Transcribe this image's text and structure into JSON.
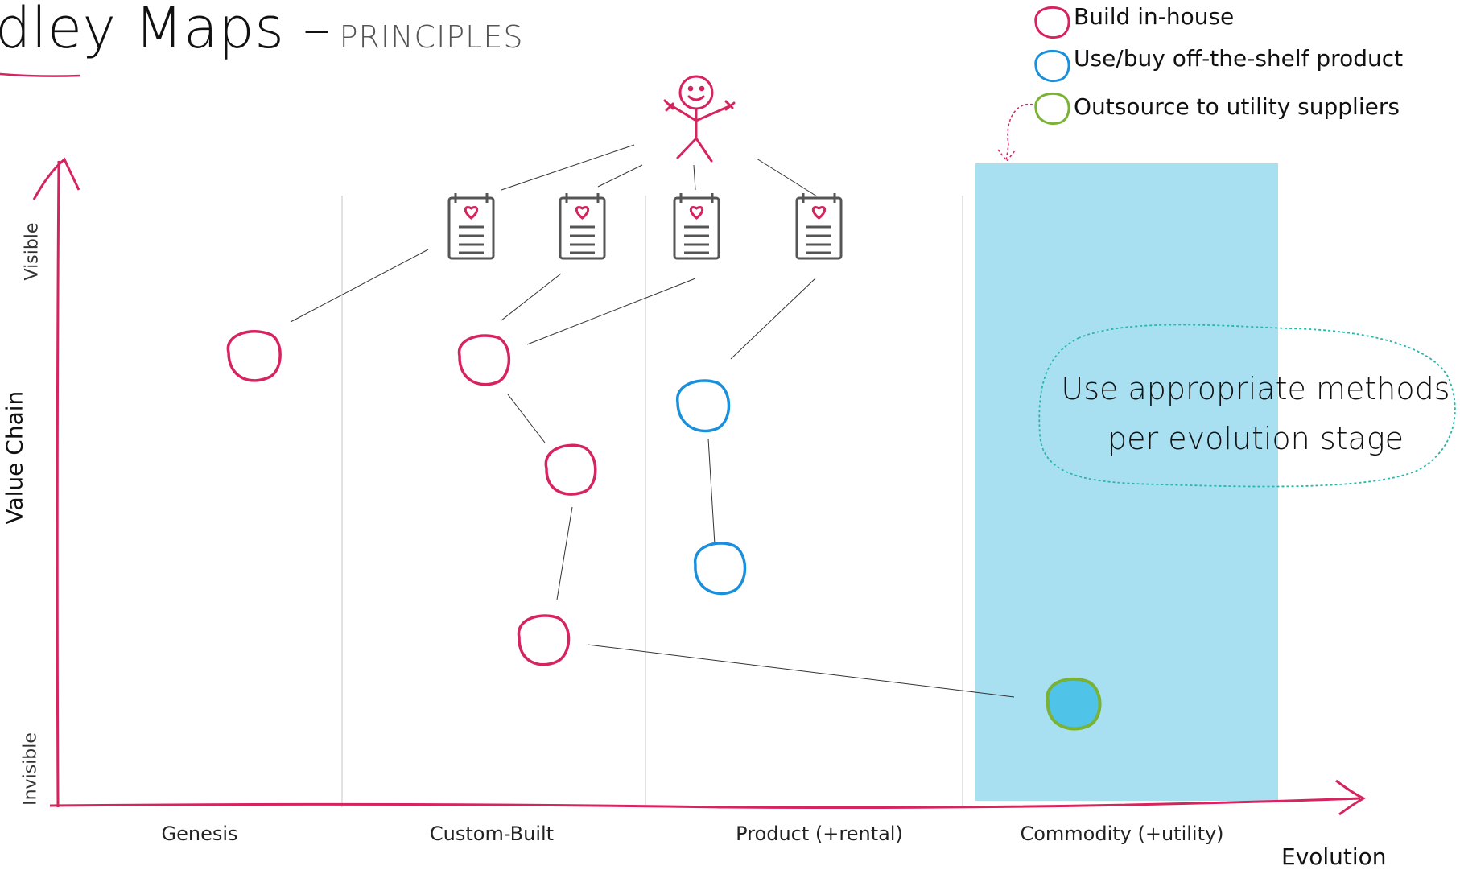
{
  "title": {
    "main": "dley Maps –",
    "sub": "PRINCIPLES"
  },
  "legend": [
    {
      "label": "Build in-house",
      "color": "#d6245e"
    },
    {
      "label": "Use/buy off-the-shelf product",
      "color": "#1a8fdc"
    },
    {
      "label": "Outsource to utility suppliers",
      "color": "#7ab234"
    }
  ],
  "axes": {
    "y_label": "Value Chain",
    "y_top": "Visible",
    "y_bottom": "Invisible",
    "x_label": "Evolution"
  },
  "stages": [
    "Genesis",
    "Custom-Built",
    "Product (+rental)",
    "Commodity (+utility)"
  ],
  "note": {
    "line1": "Use appropriate methods",
    "line2": "per evolution stage"
  },
  "colors": {
    "axis": "#d6245e",
    "inhouse": "#d6245e",
    "product": "#1a8fdc",
    "utility": "#7ab234",
    "highlight": "#a8e0f2",
    "note_border": "#2ab5a8"
  }
}
